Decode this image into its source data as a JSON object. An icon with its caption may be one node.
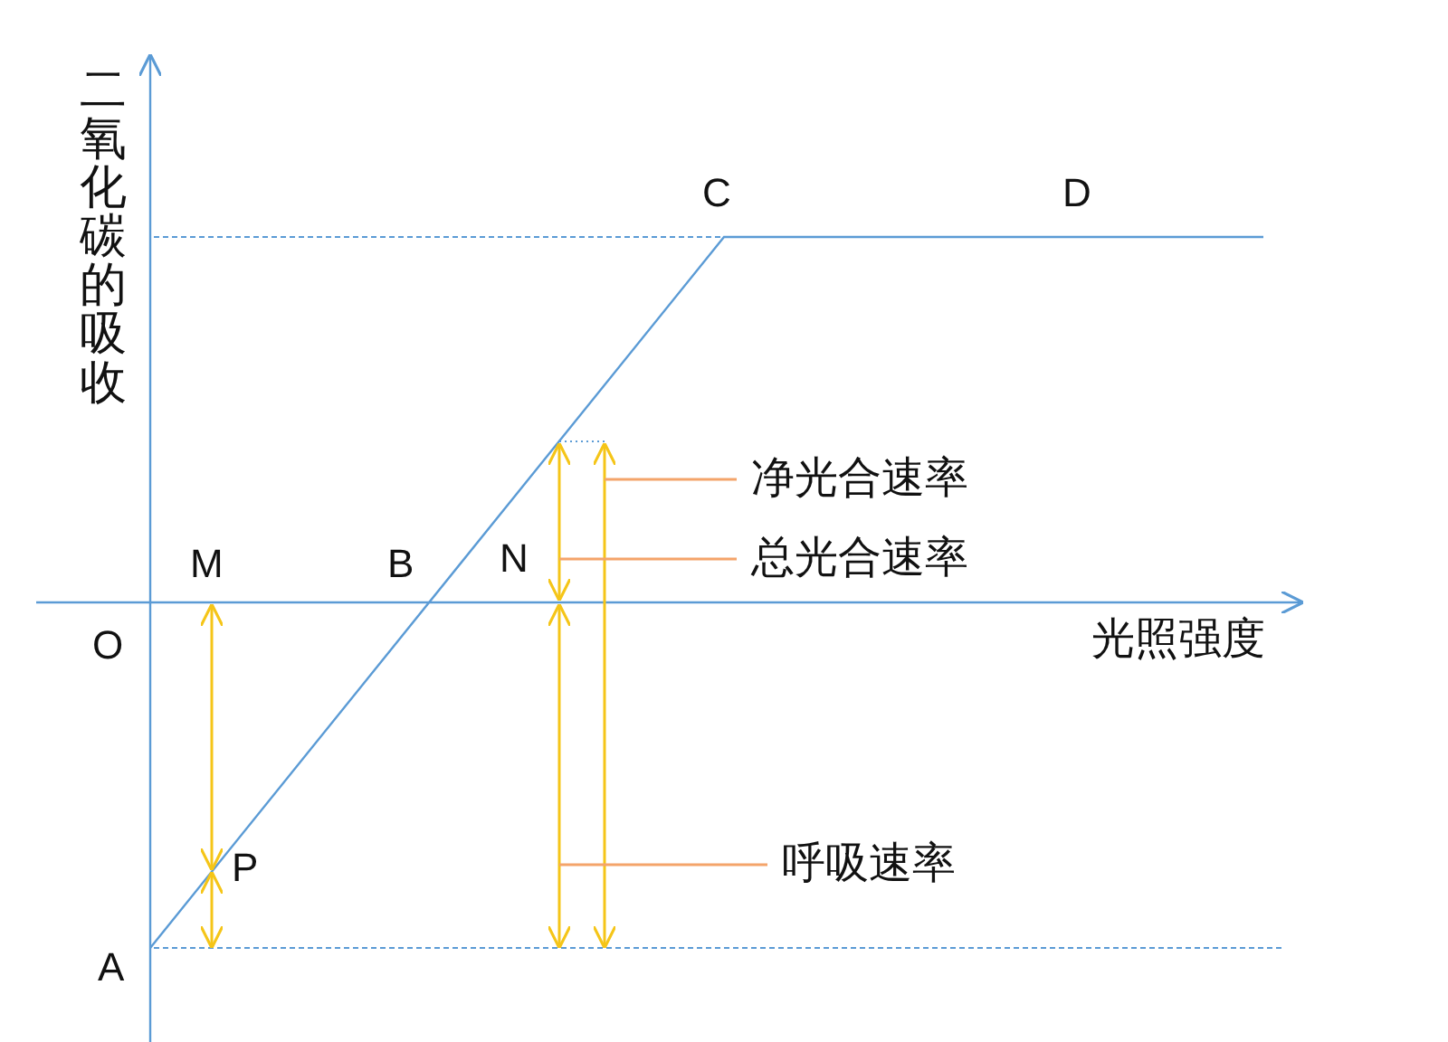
{
  "diagram": {
    "nodes": [
      {
        "text": [
          "净光合速率"
        ]
      },
      {
        "text": [
          "总光合速率"
        ]
      },
      {
        "text": [
          "呼吸速率"
        ]
      }
    ],
    "edges": [
      {
        "from": 0,
        "to": null,
        "arrow": "none"
      },
      {
        "from": 1,
        "to": null,
        "arrow": "none"
      },
      {
        "from": 2,
        "to": null,
        "arrow": "none"
      }
    ],
    "labels": [
      "二氧化碳的吸收",
      "C",
      "D",
      "M",
      "B",
      "N",
      "O",
      "光照强度",
      "P",
      "A"
    ]
  }
}
